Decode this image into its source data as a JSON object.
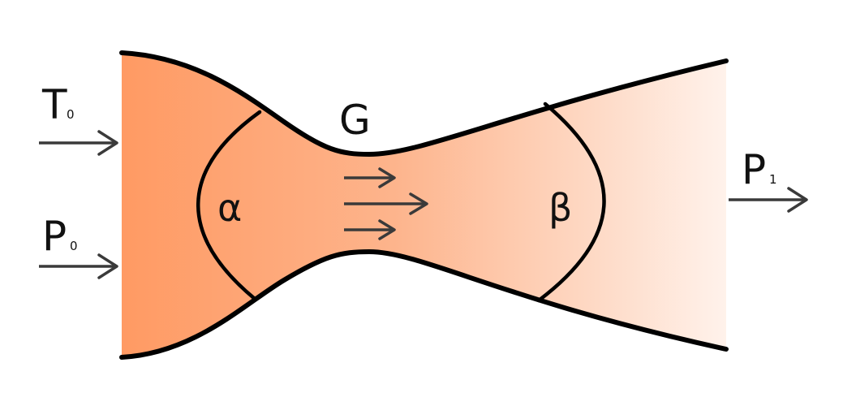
{
  "diagram": {
    "labels": {
      "inlet_temperature": "T",
      "inlet_temperature_sub": "0",
      "inlet_pressure": "P",
      "inlet_pressure_sub": "0",
      "throat": "G",
      "section_alpha": "α",
      "section_beta": "β",
      "outlet_pressure": "P",
      "outlet_pressure_sub": "1"
    },
    "colors": {
      "fill_inlet": "#ff9a63",
      "fill_middle": "#fdb48c",
      "fill_outlet": "#fff2eb",
      "wall": "#000000",
      "arrow": "#3a3a3a"
    },
    "icons": {
      "flow": "right-arrow-icon"
    }
  }
}
